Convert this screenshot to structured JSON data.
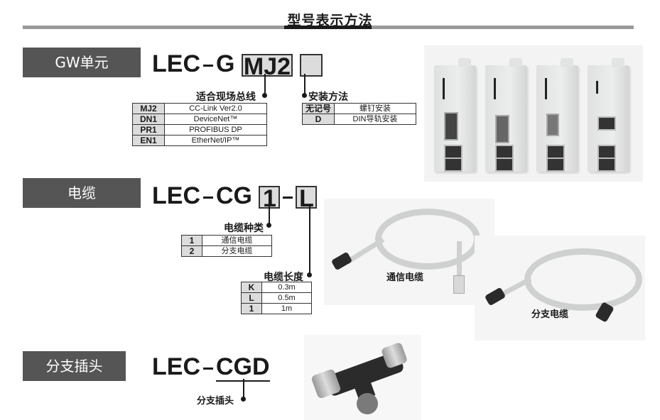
{
  "header": {
    "title": "型号表示方法"
  },
  "sections": {
    "gw_unit": {
      "label": "GW单元",
      "code_prefix": "LEC",
      "code_mid": "G",
      "code_box1": "MJ2",
      "code_box2": "",
      "fieldbus": {
        "caption": "适合现场总线",
        "rows": [
          {
            "key": "MJ2",
            "value": "CC-Link Ver2.0"
          },
          {
            "key": "DN1",
            "value": "DeviceNet™"
          },
          {
            "key": "PR1",
            "value": "PROFIBUS DP"
          },
          {
            "key": "EN1",
            "value": "EtherNet/IP™"
          }
        ]
      },
      "mounting": {
        "caption": "安装方法",
        "rows": [
          {
            "key": "无记号",
            "value": "螺钉安装"
          },
          {
            "key": "D",
            "value": "DIN导轨安装"
          }
        ]
      }
    },
    "cable": {
      "label": "电缆",
      "code_prefix": "LEC",
      "code_mid": "CG",
      "code_box1": "1",
      "code_box2": "L",
      "cable_type": {
        "caption": "电缆种类",
        "rows": [
          {
            "key": "1",
            "value": "通信电缆"
          },
          {
            "key": "2",
            "value": "分支电缆"
          }
        ]
      },
      "cable_length": {
        "caption": "电缆长度",
        "rows": [
          {
            "key": "K",
            "value": "0.3m"
          },
          {
            "key": "L",
            "value": "0.5m"
          },
          {
            "key": "1",
            "value": "1m"
          }
        ]
      },
      "photo_captions": {
        "comm": "通信电缆",
        "branch": "分支电缆"
      }
    },
    "branch_connector": {
      "label": "分支插头",
      "code_prefix": "LEC",
      "code_suffix": "CGD",
      "caption": "分支插头"
    }
  }
}
